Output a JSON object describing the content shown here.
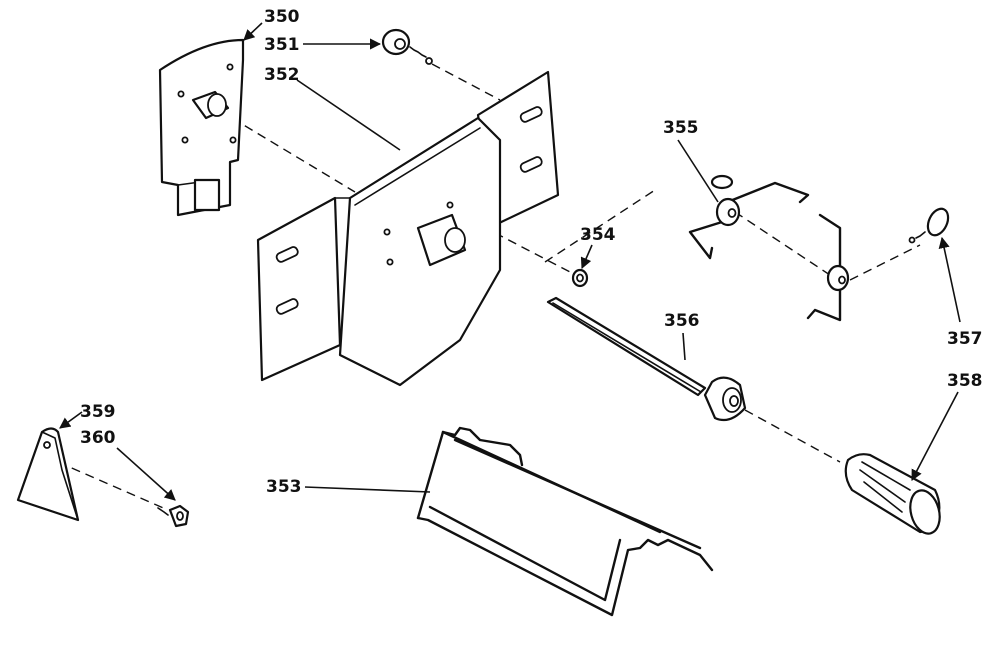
{
  "callouts": [
    {
      "id": "350",
      "label": "350"
    },
    {
      "id": "351",
      "label": "351"
    },
    {
      "id": "352",
      "label": "352"
    },
    {
      "id": "353",
      "label": "353"
    },
    {
      "id": "354",
      "label": "354"
    },
    {
      "id": "355",
      "label": "355"
    },
    {
      "id": "356",
      "label": "356"
    },
    {
      "id": "357",
      "label": "357"
    },
    {
      "id": "358",
      "label": "358"
    },
    {
      "id": "359",
      "label": "359"
    },
    {
      "id": "360",
      "label": "360"
    }
  ]
}
